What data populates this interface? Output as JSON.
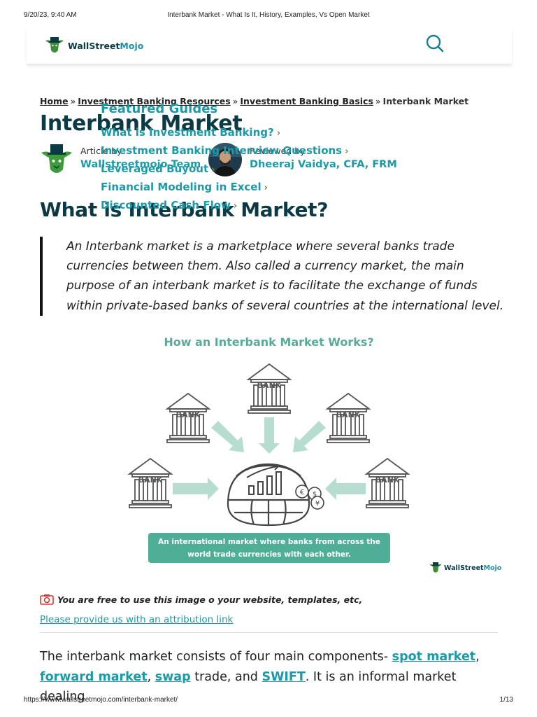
{
  "print_header": {
    "datetime": "9/20/23, 9:40 AM",
    "title": "Interbank Market - What Is It, History, Examples, Vs Open Market"
  },
  "print_footer": {
    "url": "https://www.wallstreetmojo.com/interbank-market/",
    "page": "1/13"
  },
  "site": {
    "logo_word1": "WallStreet",
    "logo_word2": "Mojo",
    "search_icon": "search-icon"
  },
  "breadcrumb": {
    "items": [
      "Home",
      "Investment Banking Resources",
      "Investment Banking Basics"
    ],
    "separator": "»",
    "current": "Interbank Market"
  },
  "featured": {
    "title": "Featured Guides",
    "items": [
      "What is Investment Banking?",
      "Investment Banking Interview Questions",
      "Leveraged Buyout",
      "Financial Modeling in Excel",
      "Discounted Cash Flow"
    ]
  },
  "article": {
    "title": "Interbank Market",
    "author_label": "Article by",
    "author_name": "Wallstreetmojo Team",
    "reviewer_label": "Reviewed by",
    "reviewer_name": "Dheeraj Vaidya, CFA, FRM",
    "section_title": "What is Interbank Market?",
    "definition": "An Interbank market is a marketplace where several banks trade currencies between them. Also called a currency market, the main purpose of an interbank market is to facilitate the exchange of funds within private-based banks of several countries at the international level."
  },
  "infographic": {
    "title": "How an Interbank Market Works?",
    "bank_label": "BANK",
    "caption_line1": "An international market where banks from across the",
    "caption_line2": "world trade currencies with each other.",
    "brand_word1": "WallStreet",
    "brand_word2": "Mojo",
    "colors": {
      "accent": "#59ab96",
      "arrow": "#b7ddd1",
      "icon": "#555555"
    }
  },
  "image_credit": {
    "text": "You are free to use this image o your website, templates, etc,",
    "link": "Please provide us with an attribution link"
  },
  "body": {
    "p1_a": "The interbank market consists of four main components- ",
    "link1": "spot market",
    "p1_b": ", ",
    "link2": "forward market",
    "p1_c": ", ",
    "link3": "swap",
    "p1_d": " trade, and ",
    "link4": "SWIFT",
    "p1_e": ". It is an informal market dealing"
  },
  "colors": {
    "brand_dark": "#0b3a44",
    "brand_teal": "#1b9aa8",
    "text": "#222222"
  }
}
